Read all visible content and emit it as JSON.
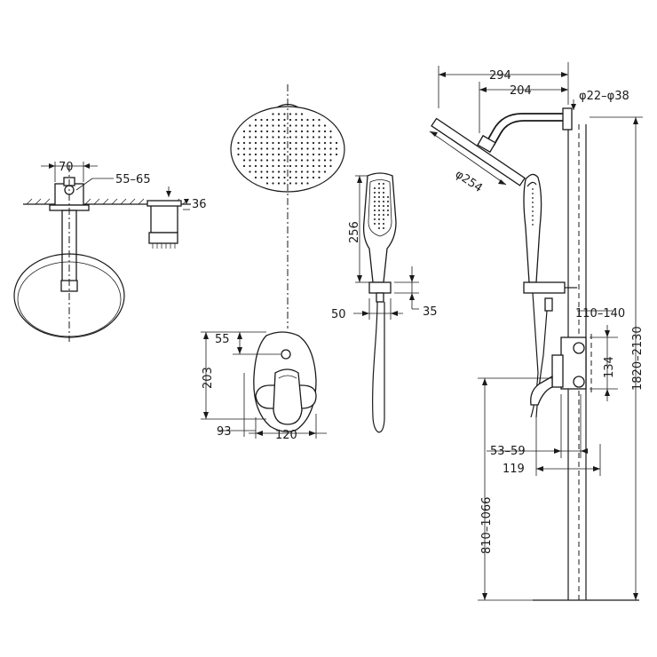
{
  "dimensions": {
    "top_left_width": "70",
    "top_left_depth": "55–65",
    "top_left_side": "36",
    "head_height": "256",
    "handle_width": "50",
    "handle_holder": "35",
    "plate_top": "55",
    "plate_height": "203",
    "plate_depth": "93",
    "plate_width": "120",
    "arm_total": "294",
    "arm_length": "204",
    "pipe_diameter": "φ22–φ38",
    "head_diameter": "φ254",
    "slide_offset": "110–140",
    "valve_height": "134",
    "valve_depth": "53–59",
    "valve_offset": "119",
    "mixer_height": "810–1066",
    "total_height": "1820–2130"
  },
  "icons": {
    "overhead": "rain-shower-head-icon",
    "handheld": "hand-shower-icon",
    "mixer": "mixer-plate-icon"
  }
}
